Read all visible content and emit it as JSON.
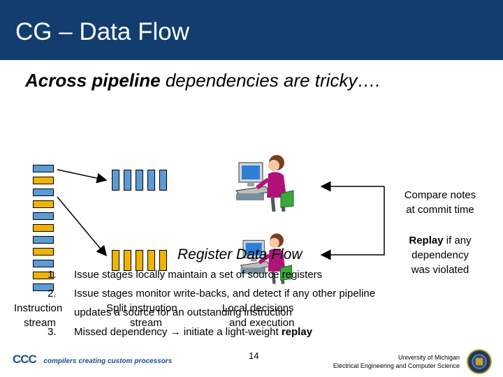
{
  "slide": {
    "title": "CG – Data Flow",
    "subtitle_bold_italic": "Across pipeline",
    "subtitle_rest": " dependencies are tricky…."
  },
  "notes": {
    "compare_line1": "Compare notes",
    "compare_line2": "at commit time",
    "replay_bold": "Replay",
    "replay_rest1": " if any",
    "replay_line2": "dependency",
    "replay_line3": "was violated"
  },
  "overlay": {
    "register_title": "Register Data Flow",
    "label_instruction": "Instruction",
    "label_stream": "stream",
    "label_split1": "Split instruction",
    "label_split2": "stream",
    "label_local1": "Local decisions",
    "label_local2": "and execution"
  },
  "list": {
    "n1": "1.",
    "item1": "Issue stages locally maintain a set of source registers",
    "n2": "2.",
    "item2_line1": "Issue stages monitor write-backs, and detect if any other pipeline",
    "item2_line2": "updates a source for an outstanding instruction",
    "n3": "3.",
    "item3_pre": "Missed dependency ",
    "item3_mid": " initiate a light-weight ",
    "item3_bold": "replay"
  },
  "footer": {
    "logo_text": "CCC",
    "logo_tagline": "compilers creating custom processors",
    "page_number": "14",
    "univ_line1": "University of Michigan",
    "univ_line2": "Electrical Engineering and Computer Science"
  },
  "colors": {
    "title_bar": "#123d6e",
    "blue_box": "#5b9bd5",
    "yellow_box": "#f0b400"
  },
  "icons": [
    "person-at-computer-icon",
    "person-at-computer-icon",
    "university-seal-icon",
    "ccc-logo-icon"
  ]
}
